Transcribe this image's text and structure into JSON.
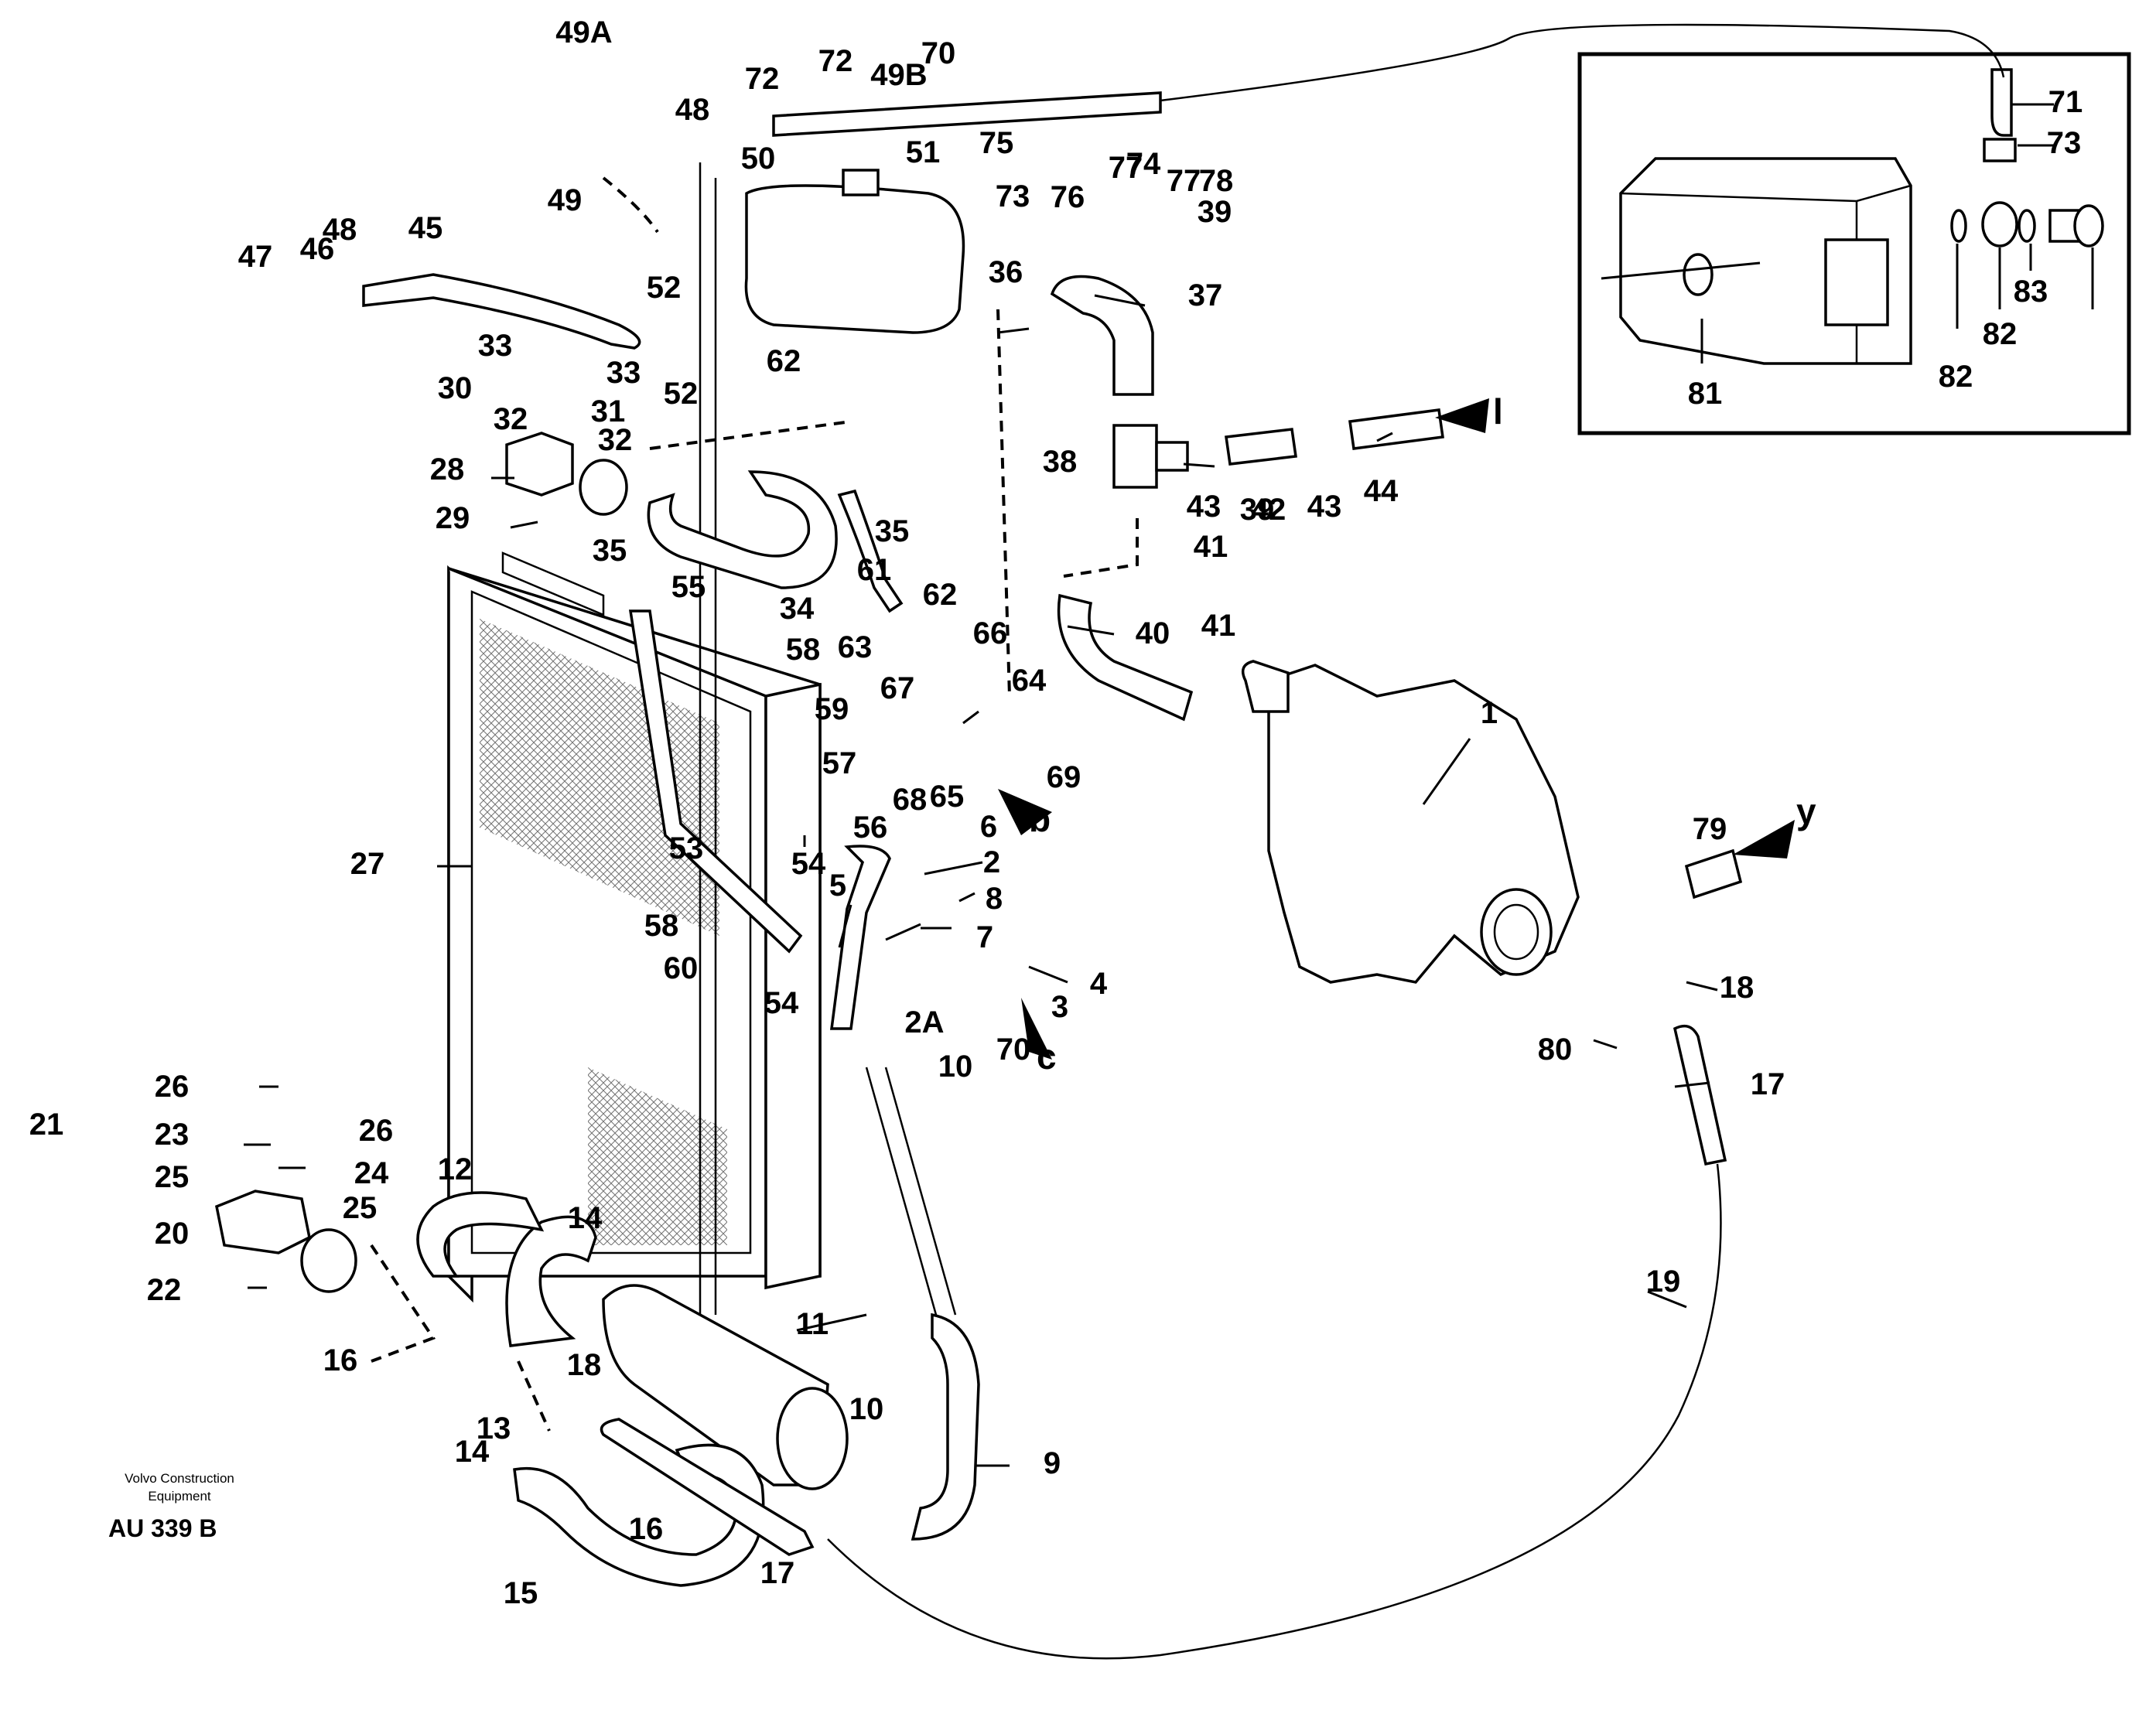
{
  "callouts": [
    "1",
    "2",
    "2A",
    "3",
    "4",
    "5",
    "6",
    "7",
    "8",
    "9",
    "10",
    "10",
    "11",
    "12",
    "13",
    "14",
    "14",
    "15",
    "16",
    "16",
    "17",
    "17",
    "18",
    "18",
    "19",
    "20",
    "21",
    "22",
    "23",
    "24",
    "25",
    "25",
    "26",
    "26",
    "27",
    "28",
    "29",
    "30",
    "31",
    "32",
    "32",
    "33",
    "33",
    "34",
    "35",
    "35",
    "36",
    "37",
    "38",
    "39",
    "39",
    "40",
    "41",
    "41",
    "42",
    "43",
    "43",
    "44",
    "45",
    "46",
    "47",
    "48",
    "48",
    "49",
    "49A",
    "49B",
    "50",
    "51",
    "52",
    "52",
    "53",
    "54",
    "54",
    "55",
    "56",
    "57",
    "58",
    "58",
    "59",
    "60",
    "61",
    "62",
    "62",
    "63",
    "64",
    "65",
    "66",
    "67",
    "68",
    "69",
    "70",
    "70",
    "71",
    "72",
    "72",
    "73",
    "73",
    "74",
    "75",
    "76",
    "77",
    "77",
    "78",
    "79",
    "80",
    "81",
    "82",
    "82",
    "83"
  ],
  "view_labels": {
    "b": "b",
    "c": "c",
    "y": "y",
    "l": "l"
  },
  "footer": {
    "line1": "Volvo Construction",
    "line2": "Equipment",
    "code": "AU 339 B"
  },
  "colors": {
    "ink": "#000000",
    "paper": "#ffffff"
  }
}
